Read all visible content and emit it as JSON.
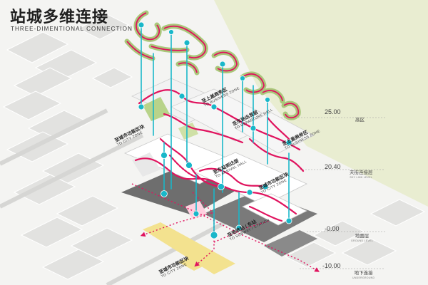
{
  "title": {
    "main": "站城多维连接",
    "sub": "THREE-DIMENTIONAL CONNECTION"
  },
  "levels": [
    {
      "elevation": "25.00",
      "label_cn": "高区",
      "label_en": ""
    },
    {
      "elevation": "20.40",
      "label_cn": "天街连接层",
      "label_en": "SKY LINK LEVEL"
    },
    {
      "elevation": "-0.00",
      "label_cn": "地面层",
      "label_en": "GROUND LEVEL"
    },
    {
      "elevation": "-10.00",
      "label_cn": "地下连接",
      "label_en": "UNDERGROUND"
    }
  ],
  "zone_labels": [
    {
      "cn": "至上盖商务区",
      "en": "TO BUSINESS ZONE"
    },
    {
      "cn": "至东站出发层",
      "en": "TO DEPARTURE HALL"
    },
    {
      "cn": "至上盖商务区",
      "en": "TO BUSINESS ZONE"
    },
    {
      "cn": "至城市功能区块",
      "en": "TO CITY ZONE"
    },
    {
      "cn": "至东站到达层",
      "en": "TO ARRIVAL HALL"
    },
    {
      "cn": "至城市功能区块",
      "en": "TO CITY ZONE"
    },
    {
      "cn": "至地铁站 / 东站",
      "en": "TO SUBWAY / STATION"
    },
    {
      "cn": "至城市功能区块",
      "en": "TO CITY ZONE"
    }
  ],
  "colors": {
    "path": "#e0135e",
    "node": "#19b7c9",
    "vertical": "#19b7c9",
    "green": "#a9c77a",
    "plaza": "#f3e28f",
    "dark_block": "#6e6e6e",
    "land": "#e9edd1"
  }
}
